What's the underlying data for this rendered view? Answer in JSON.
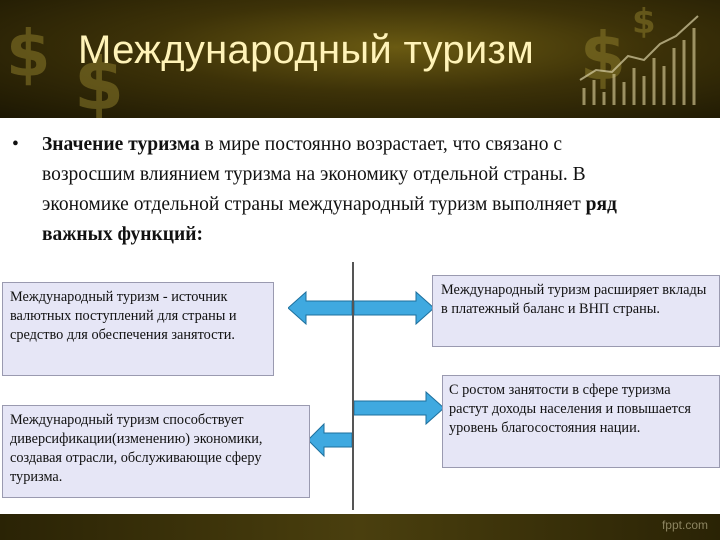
{
  "header": {
    "title": "Международный туризм",
    "decoration_icons": [
      "dollar-sign-icon",
      "bar-chart-icon"
    ]
  },
  "main": {
    "bullet": "•",
    "intro_bold": "Значение туризма",
    "intro_rest": " в мире постоянно возрастает, что связано с возросшим влиянием туризма на экономику отдельной страны. В экономике отдельной страны международный туризм выполняет ",
    "intro_bold_end": "ряд важных функций",
    "intro_colon": ":"
  },
  "functions": {
    "left_top": "Международный туризм - источник валютных поступлений для страны и средство для обеспечения занятости.",
    "left_bottom": "Международный туризм способствует диверсификации(изменению) экономики, создавая отрасли, обслуживающие сферу туризма.",
    "right_top": "Международный туризм расширяет вклады в платежный баланс и ВНП страны.",
    "right_bottom": "С ростом занятости в сфере туризма растут доходы населения и повышается уровень благосостояния нации."
  },
  "footer": {
    "watermark": "fppt.com"
  },
  "colors": {
    "header_bg": "#3d3208",
    "title": "#fff3b8",
    "box_bg": "#e6e6f6",
    "arrow_fill": "#3fa9e0"
  }
}
